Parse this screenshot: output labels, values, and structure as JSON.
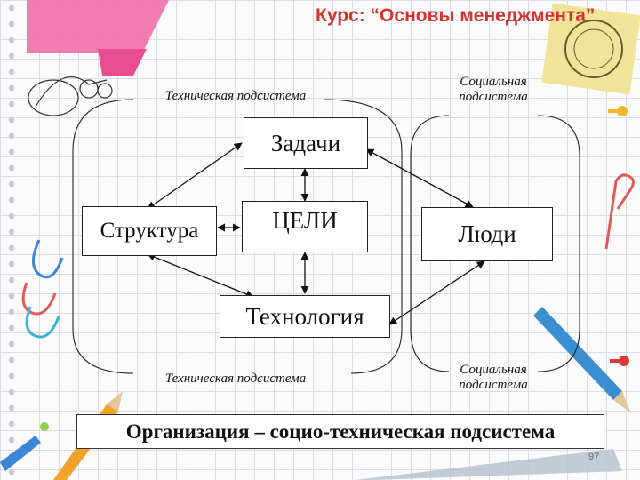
{
  "header": {
    "title": "Курс: “Основы менеджмента”"
  },
  "diagram": {
    "top_left_label": "Техническая подсистема",
    "top_right_label_line1": "Социальная",
    "top_right_label_line2": "подсистема",
    "bottom_left_label": "Техническая подсистема",
    "bottom_right_label_line1": "Социальная",
    "bottom_right_label_line2": "подсистема",
    "nodes": {
      "tasks": "Задачи",
      "structure": "Структура",
      "goals": "ЦЕЛИ",
      "people": "Люди",
      "technology": "Технология"
    }
  },
  "footer": {
    "statement": "Организация – социо-техническая подсистема",
    "page_number": "97"
  }
}
